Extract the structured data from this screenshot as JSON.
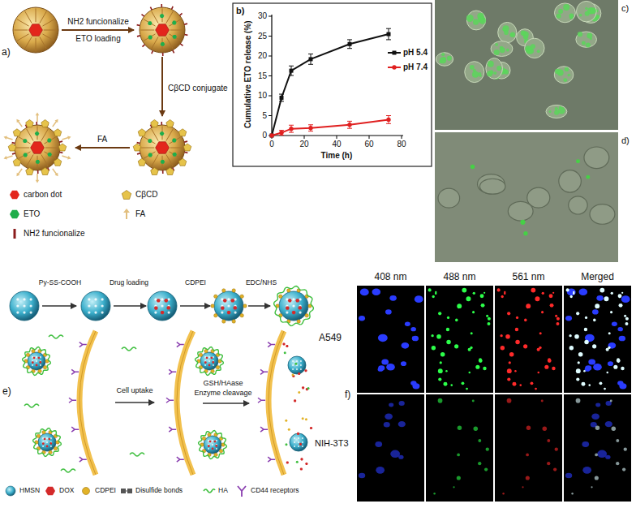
{
  "diagram": {
    "labels": [
      "a)",
      "NH2 funcionalize",
      "ETO loading",
      "CβCD conjugate",
      "FA",
      "b)",
      "Cumulative ETO release (%)",
      "0",
      "5",
      "10",
      "15",
      "20",
      "25",
      "30",
      "0",
      "20",
      "40",
      "60",
      "80",
      "Time (h)",
      "c)",
      "d)",
      "Py-SS-COOH",
      "Drug loading",
      "CDPEI",
      "EDC/NHS",
      "Cell uptake",
      "GSH/HAase",
      "Enzyme cleavage",
      "e)",
      "408 nm",
      "488 nm",
      "561 nm",
      "Merged",
      "A549",
      "NIH-3T3",
      "f)"
    ],
    "legend": [
      {
        "text": "carbon dot",
        "color": "#e3261c"
      },
      {
        "text": "CβCD"
      },
      {
        "text": "ETO",
        "color": "#1fae4b"
      },
      {
        "text": "FA"
      },
      {
        "text": "NH2 funcionalize",
        "color": "#8b1c1c"
      },
      {
        "text": "pH 5.4"
      },
      {
        "text": "pH 7.4"
      },
      {
        "text": "HMSN"
      },
      {
        "text": "DOX",
        "color": "#d42a2a"
      },
      {
        "text": "CDPEI",
        "color": "#e2b227"
      },
      {
        "text": "Disulfide bonds"
      },
      {
        "text": "HA"
      },
      {
        "text": "CD44 receptors"
      }
    ]
  }
}
